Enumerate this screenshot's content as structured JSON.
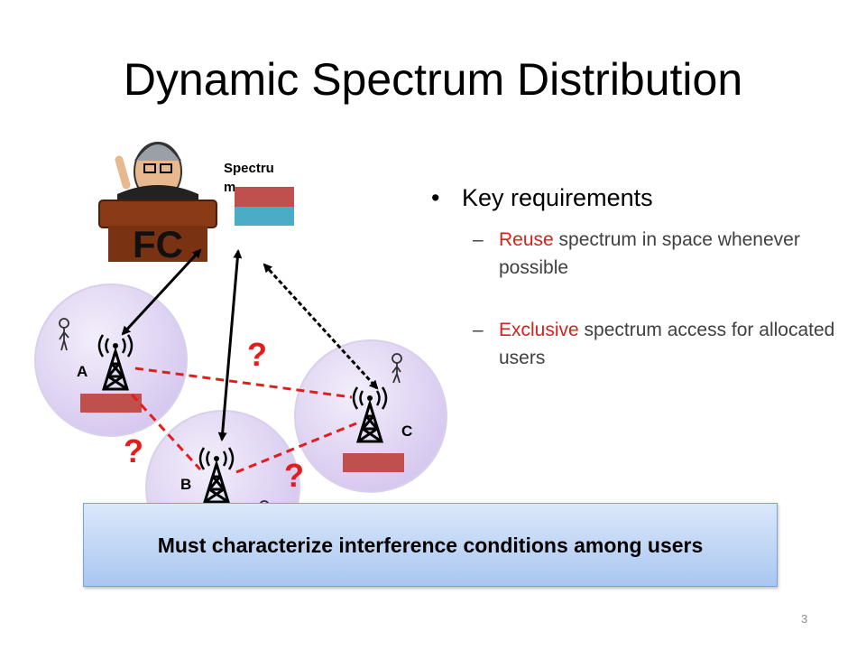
{
  "title": "Dynamic Spectrum Distribution",
  "spectrum_label": "Spectru\nm",
  "bullets": {
    "main": "Key requirements",
    "items": [
      {
        "highlight": "Reuse",
        "rest": " spectrum in space whenever possible"
      },
      {
        "highlight": "Exclusive",
        "rest": " spectrum access for allocated users"
      }
    ]
  },
  "nodes": {
    "a": "A",
    "b": "B",
    "c": "C"
  },
  "question_mark": "?",
  "banner": "Must characterize interference conditions among users",
  "page_number": "3",
  "icons": {
    "regulator": "fcc-judge-icon",
    "tower": "radio-tower-icon",
    "user": "person-icon"
  },
  "colors": {
    "accent_red": "#d4231a",
    "spectrum_red": "#c0504d",
    "spectrum_blue": "#4bacc6",
    "cell_fill": "#e1d6f2",
    "banner": "#b8cff2"
  }
}
